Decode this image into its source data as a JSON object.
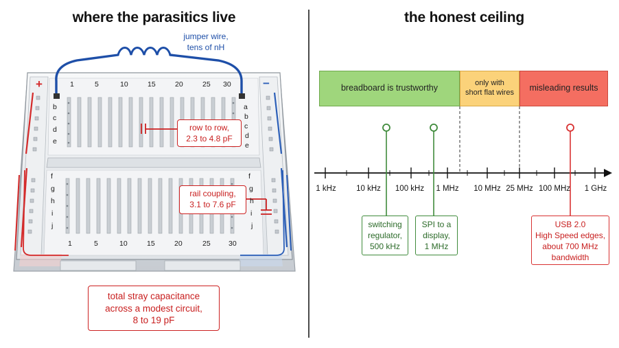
{
  "left_panel": {
    "title": "where the parasitics live",
    "jumper_label": [
      "jumper wire,",
      "tens of nH"
    ],
    "rail_plus": "+",
    "rail_minus": "−",
    "column_numbers": [
      "1",
      "5",
      "10",
      "15",
      "20",
      "25",
      "30"
    ],
    "row_letters_top": [
      "b",
      "c",
      "d",
      "e"
    ],
    "row_letters_top_right": [
      "a",
      "b",
      "c",
      "d",
      "e"
    ],
    "row_letters_bottom": [
      "f",
      "g",
      "h",
      "i",
      "j"
    ],
    "callout_row": [
      "row to row,",
      "2.3 to 4.8 pF"
    ],
    "callout_rail": [
      "rail coupling,",
      "3.1 to 7.6 pF"
    ],
    "callout_total": [
      "total stray capacitance",
      "across a modest circuit,",
      "8 to 19 pF"
    ]
  },
  "right_panel": {
    "title": "the honest ceiling",
    "zones": [
      {
        "label": [
          "breadboard is trustworthy"
        ],
        "color": "#9fd67c"
      },
      {
        "label": [
          "only with",
          "short flat wires"
        ],
        "color": "#fbd27a"
      },
      {
        "label": [
          "misleading results"
        ],
        "color": "#f46e61"
      }
    ],
    "axis_ticks": [
      "1 kHz",
      "10 kHz",
      "100 kHz",
      "1 MHz",
      "10 MHz",
      "25 MHz",
      "100 MHz",
      "1 GHz"
    ],
    "markers": [
      {
        "label": [
          "switching",
          "regulator,",
          "500 kHz"
        ],
        "color": "#3e8a3a"
      },
      {
        "label": [
          "SPI to a",
          "display,",
          "1 MHz"
        ],
        "color": "#3e8a3a"
      },
      {
        "label": [
          "USB 2.0",
          "High Speed edges,",
          "about 700 MHz",
          "bandwidth"
        ],
        "color": "#d83030"
      }
    ]
  }
}
